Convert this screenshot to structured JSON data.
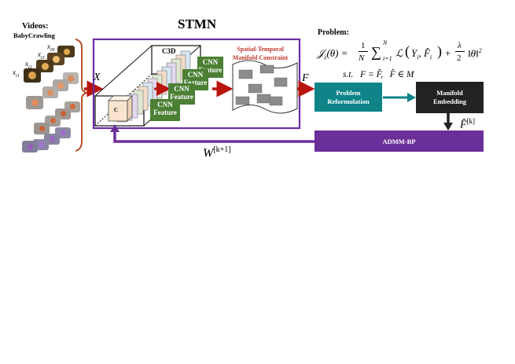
{
  "header": {
    "videos_label": "Videos:",
    "dataset_label": "BabyCrawling",
    "frame_labels": [
      "x_iN",
      "x_i3",
      "x_i2",
      "x_i1"
    ],
    "stmn_title": "STMN",
    "problem_label": "Problem:"
  },
  "network": {
    "input_symbol": "X",
    "c3d_label": "C3D",
    "c_label": "C",
    "cnn_feature_labels": [
      "CNN Feature",
      "CNN Feature",
      "CNN Feature",
      "CNN Feature"
    ],
    "manifold_title": "Spatial-Temporal Manifold Constraint",
    "output_symbol": "F"
  },
  "optimization": {
    "objective": "J_λ(θ) = (1/N) Σ_{i=1}^{N} L(Y_i, F̂_i) + (λ/2)‖θ‖²",
    "constraint": "s.t.   F = F̂,   F̂ ∈ M",
    "reformulation_label": "Problem Reformulation",
    "embedding_label": "Manifold Embedding",
    "admm_label": "ADMM-BP",
    "fhat_symbol": "F̂^[k]",
    "weight_symbol": "W^[k+1]"
  },
  "colors": {
    "stmn_border": "#6a2fa0",
    "admm_fill": "#6b2f99",
    "reformulation_fill": "#0e8489",
    "embedding_fill": "#222222",
    "cnn_fill": "#4b7f34",
    "red_arrow": "#b8150f",
    "manifold_text": "#c0392b",
    "bracket": "#b5532a"
  }
}
